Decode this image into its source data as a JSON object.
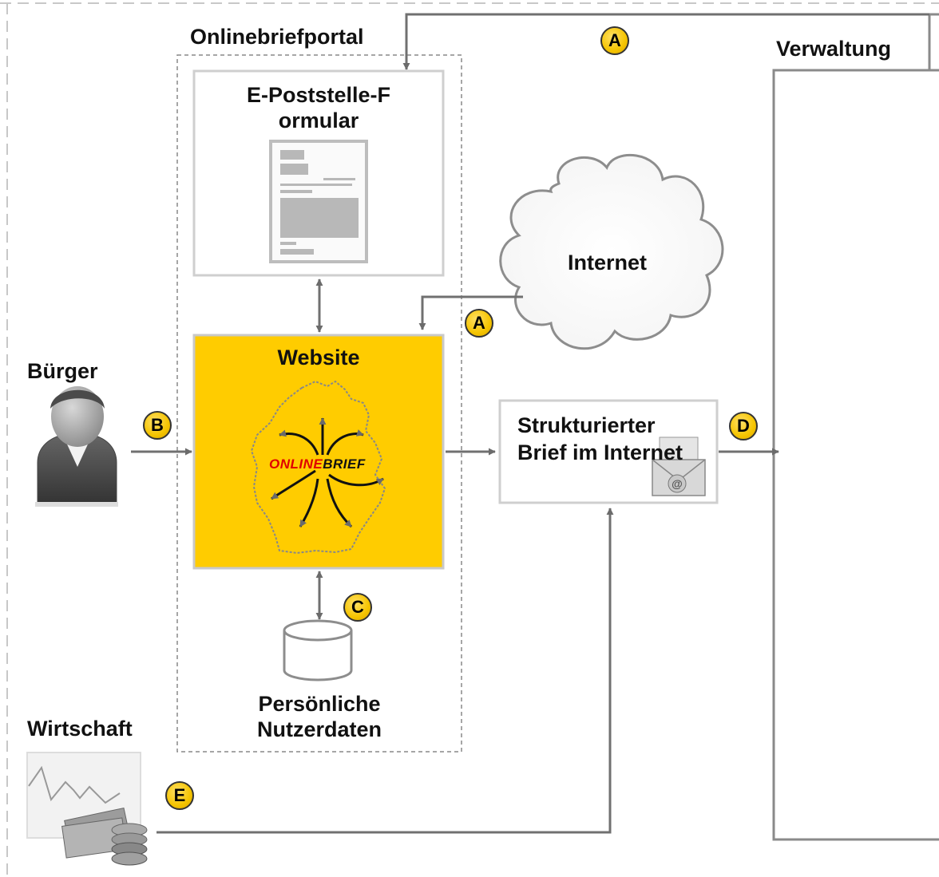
{
  "labels": {
    "onlinebriefportal": "Onlinebriefportal",
    "verwaltung": "Verwaltung",
    "form_title": "E-Poststelle-Formular",
    "internet": "Internet",
    "website": "Website",
    "buerger": "Bürger",
    "brief": "Strukturierter Brief im Internet",
    "nutzerdaten": "Persönliche Nutzerdaten",
    "wirtschaft": "Wirtschaft"
  },
  "logo": {
    "part1": "ONLINE",
    "part2": "BRIEF"
  },
  "badges": {
    "a_top": "A",
    "a_internet": "A",
    "b": "B",
    "c": "C",
    "d": "D",
    "e": "E"
  },
  "colors": {
    "website_fill": "#ffcc00",
    "badge_fill": "#f5c400",
    "connector": "#707070",
    "logo_red": "#e00000"
  },
  "icons": [
    "person-icon",
    "document-form-icon",
    "cloud-icon",
    "database-icon",
    "email-envelope-icon",
    "chart-money-icon",
    "germany-map-icon"
  ]
}
